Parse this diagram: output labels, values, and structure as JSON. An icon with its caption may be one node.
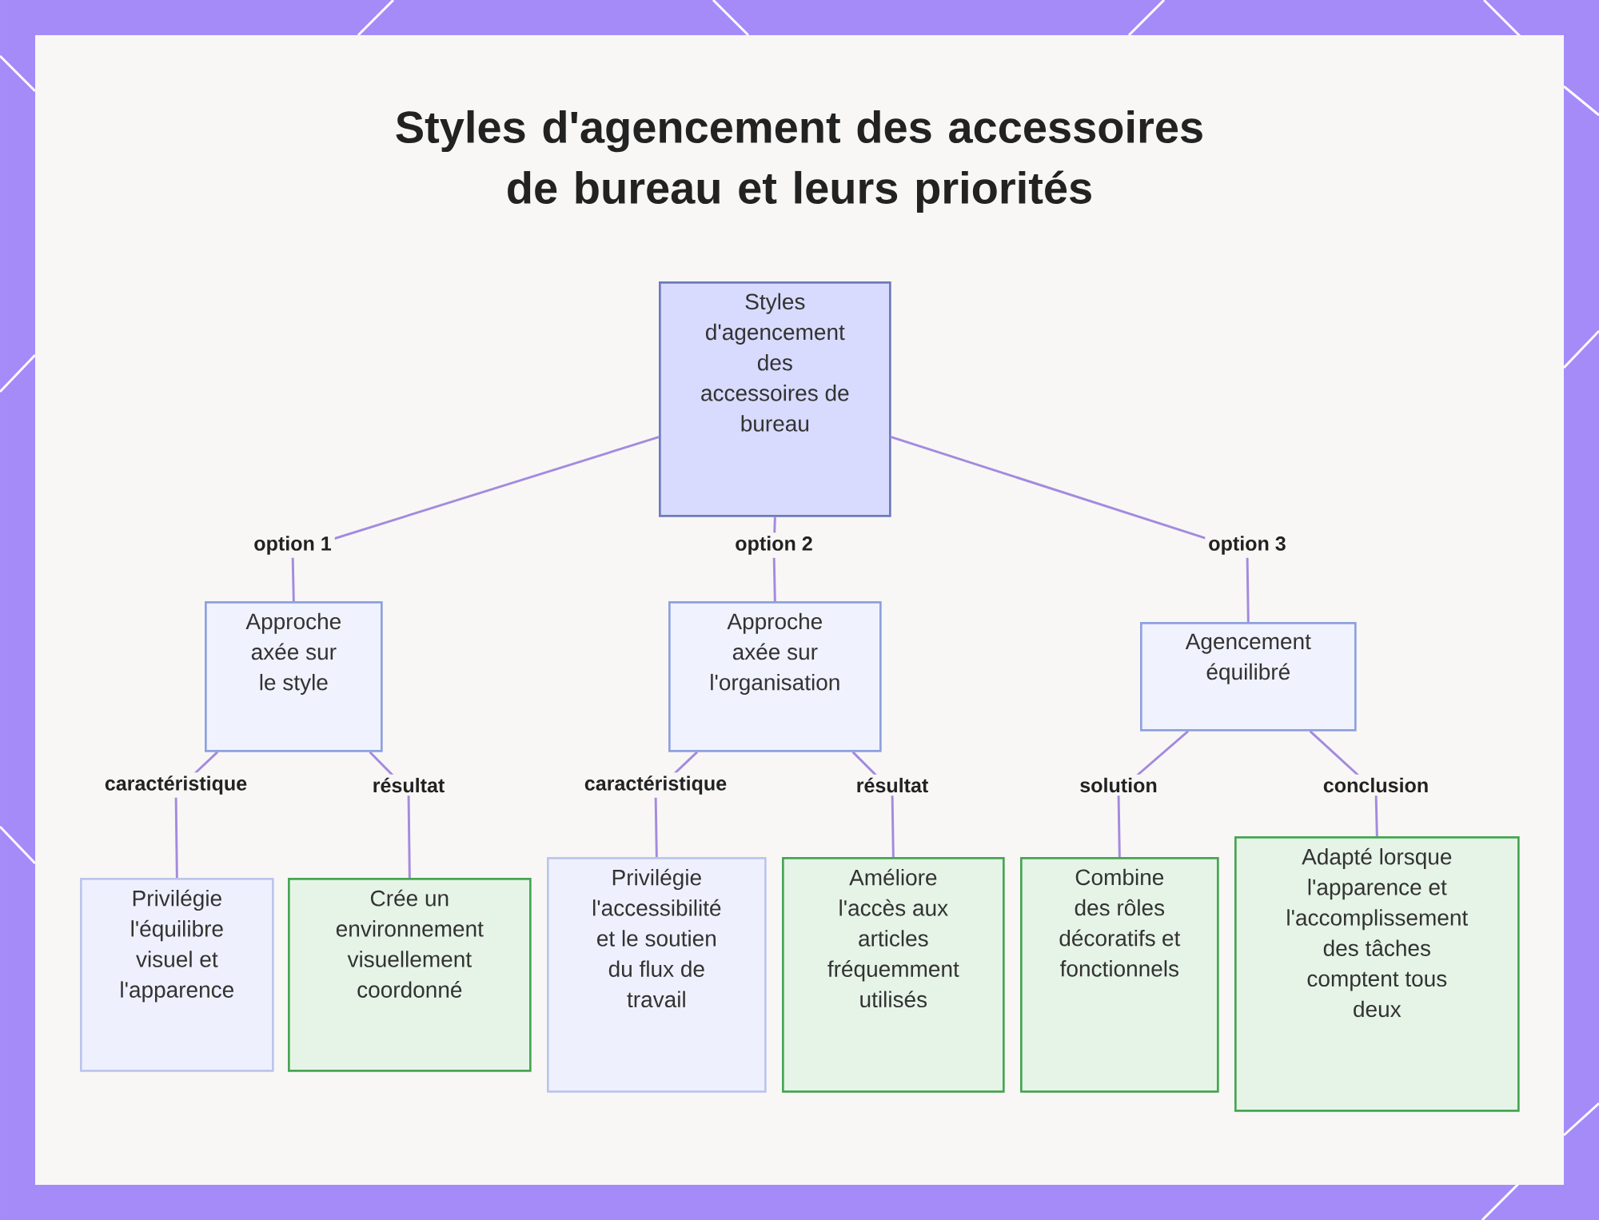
{
  "diagram": {
    "title": "Styles d'agencement des accessoires de bureau et leurs priorités",
    "nodes": [
      {
        "text": [
          "Styles d'agencement des accessoires de bureau"
        ]
      },
      {
        "text": [
          "Approche axée sur le style"
        ]
      },
      {
        "text": [
          "Approche axée sur l'organisation"
        ]
      },
      {
        "text": [
          "Agencement équilibré"
        ]
      },
      {
        "text": [
          "Privilégie l'équilibre visuel et l'apparence"
        ]
      },
      {
        "text": [
          "Crée un environnement visuellement coordonné"
        ]
      },
      {
        "text": [
          "Privilégie l'accessibilité et le soutien du flux de travail"
        ]
      },
      {
        "text": [
          "Améliore l'accès aux articles fréquemment utilisés"
        ]
      },
      {
        "text": [
          "Combine des rôles décoratifs et fonctionnels"
        ]
      },
      {
        "text": [
          "Adapté lorsque l'apparence et l'accomplissement des tâches comptent tous deux"
        ]
      }
    ],
    "edges": [
      {
        "from": 0,
        "to": 1,
        "arrow": "none",
        "label": "option 1"
      },
      {
        "from": 0,
        "to": 2,
        "arrow": "none",
        "label": "option 2"
      },
      {
        "from": 0,
        "to": 3,
        "arrow": "none",
        "label": "option 3"
      },
      {
        "from": 1,
        "to": 4,
        "arrow": "none",
        "label": "caractéristique"
      },
      {
        "from": 1,
        "to": 5,
        "arrow": "none",
        "label": "résultat"
      },
      {
        "from": 2,
        "to": 6,
        "arrow": "none",
        "label": "caractéristique"
      },
      {
        "from": 2,
        "to": 7,
        "arrow": "none",
        "label": "résultat"
      },
      {
        "from": 3,
        "to": 8,
        "arrow": "none",
        "label": "solution"
      },
      {
        "from": 3,
        "to": 9,
        "arrow": "none",
        "label": "conclusion"
      }
    ]
  }
}
